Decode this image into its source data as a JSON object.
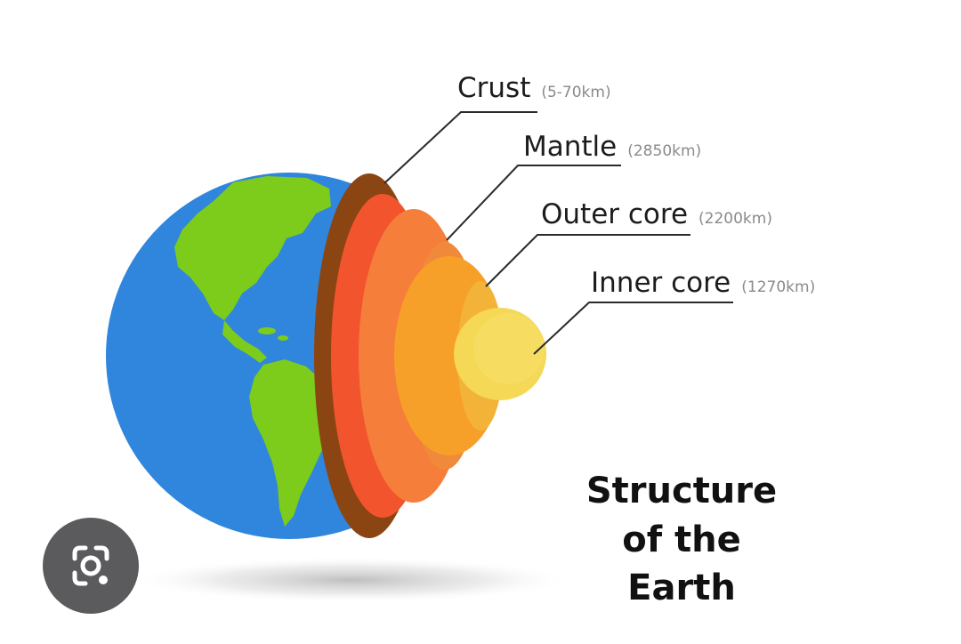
{
  "diagram": {
    "title_lines": [
      "Structure",
      "of the",
      "Earth"
    ],
    "layers": [
      {
        "name": "Crust",
        "depth": "(5-70km)",
        "color": "#8b4513"
      },
      {
        "name": "Mantle",
        "depth": "(2850km)",
        "color": "#f2542d"
      },
      {
        "name": "Outer core",
        "depth": "(2200km)",
        "color": "#f6a02a"
      },
      {
        "name": "Inner core",
        "depth": "(1270km)",
        "color": "#f4d856"
      }
    ],
    "colors": {
      "ocean": "#2f86dc",
      "land": "#7dcb1a",
      "crust": "#8b4513",
      "mantle_outer": "#f2542d",
      "mantle_inner": "#f57e3a",
      "outer_core": "#f6a02a",
      "inner_core": "#f4d856"
    }
  },
  "lens_button": {
    "icon": "camera-search-icon"
  }
}
